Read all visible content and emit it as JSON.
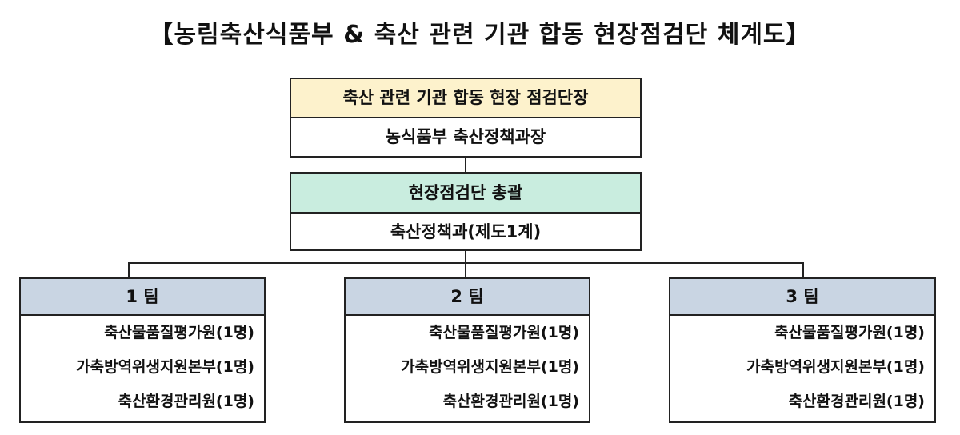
{
  "title": "【농림축산식품부 & 축산 관련 기관 합동 현장점검단 체계도】",
  "top_box": {
    "header": "축산 관련 기관 합동 현장 점검단장",
    "body": "농식품부 축산정책과장",
    "header_color": "#fdf2cc"
  },
  "mid_box": {
    "header": "현장점검단 총괄",
    "body": "축산정책과(제도1계)",
    "header_color": "#c9eddf"
  },
  "teams": [
    {
      "name": "1 팀",
      "members": [
        "축산물품질평가원(1명)",
        "가축방역위생지원본부(1명)",
        "축산환경관리원(1명)"
      ]
    },
    {
      "name": "2 팀",
      "members": [
        "축산물품질평가원(1명)",
        "가축방역위생지원본부(1명)",
        "축산환경관리원(1명)"
      ]
    },
    {
      "name": "3 팀",
      "members": [
        "축산물품질평가원(1명)",
        "가축방역위생지원본부(1명)",
        "축산환경관리원(1명)"
      ]
    }
  ]
}
